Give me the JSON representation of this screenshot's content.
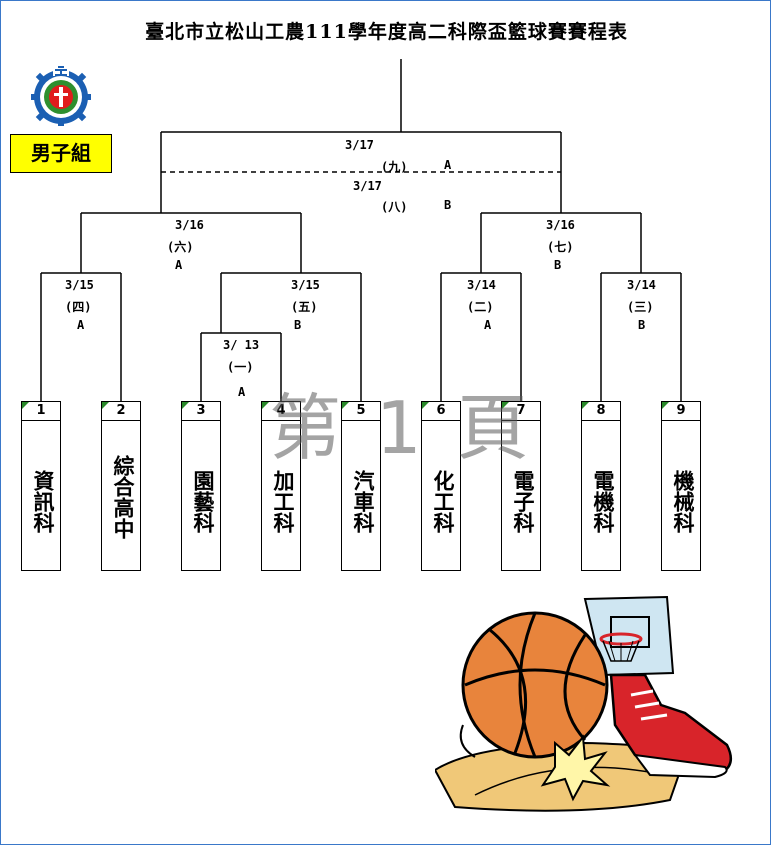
{
  "title": "臺北市立松山工農111學年度高二科際盃籃球賽賽程表",
  "group_label": "男子組",
  "watermark": "第 1 頁",
  "matches": [
    {
      "id": "m1",
      "date": "3/ 13",
      "no": "(一)",
      "court": "A"
    },
    {
      "id": "m2",
      "date": "3/14",
      "no": "(二)",
      "court": "A"
    },
    {
      "id": "m3",
      "date": "3/14",
      "no": "(三)",
      "court": "B"
    },
    {
      "id": "m4",
      "date": "3/15",
      "no": "(四)",
      "court": "A"
    },
    {
      "id": "m5",
      "date": "3/15",
      "no": "(五)",
      "court": "B"
    },
    {
      "id": "m6",
      "date": "3/16",
      "no": "(六)",
      "court": "A"
    },
    {
      "id": "m7",
      "date": "3/16",
      "no": "(七)",
      "court": "B"
    },
    {
      "id": "m8",
      "date": "3/17",
      "no": "(八)",
      "court": "B"
    },
    {
      "id": "m9",
      "date": "3/17",
      "no": "(九)",
      "court": "A"
    }
  ],
  "teams": [
    {
      "num": "1",
      "name": "資訊科"
    },
    {
      "num": "2",
      "name": "綜合高中"
    },
    {
      "num": "3",
      "name": "園藝科"
    },
    {
      "num": "4",
      "name": "加工科"
    },
    {
      "num": "5",
      "name": "汽車科"
    },
    {
      "num": "6",
      "name": "化工科"
    },
    {
      "num": "7",
      "name": "電子科"
    },
    {
      "num": "8",
      "name": "電機科"
    },
    {
      "num": "9",
      "name": "機械科"
    }
  ],
  "colors": {
    "group_bg": "#ffff00",
    "page_border": "#3a78c9",
    "corner_marker": "#2a8a2a",
    "ball": "#e8843c",
    "shoe": "#d8242a"
  }
}
